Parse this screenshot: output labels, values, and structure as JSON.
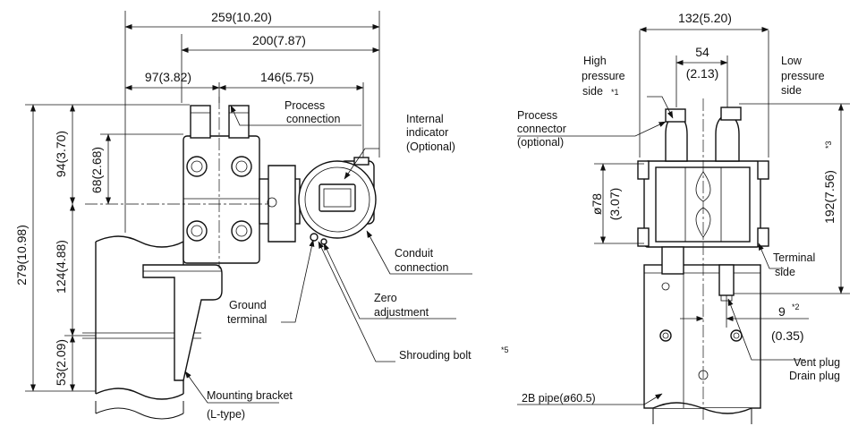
{
  "left_view": {
    "dims": {
      "overall_width": "259(10.20)",
      "width_200": "200(7.87)",
      "width_97": "97(3.82)",
      "width_146": "146(5.75)",
      "height_total": "279(10.98)",
      "height_94": "94(3.70)",
      "height_68": "68(2.68)",
      "height_124": "124(4.88)",
      "height_53": "53(2.09)"
    },
    "labels": {
      "process_connection_1": "Process",
      "process_connection_2": "connection",
      "internal_indicator_1": "Internal",
      "internal_indicator_2": "indicator",
      "internal_indicator_3": "(Optional)",
      "conduit_1": "Conduit",
      "conduit_2": "connection",
      "zero_1": "Zero",
      "zero_2": "adjustment",
      "ground_1": "Ground",
      "ground_2": "terminal",
      "shrouding": "Shrouding bolt",
      "shrouding_note": "*5",
      "bracket_1": "Mounting bracket",
      "bracket_2": "(L-type)"
    }
  },
  "right_view": {
    "dims": {
      "width_132": "132(5.20)",
      "width_54": "54",
      "width_54_in": "(2.13)",
      "height_192": "192(7.56)",
      "height_192_note": "*3",
      "dia_78": "ø78",
      "dia_78_in": "(3.07)",
      "offset_9": "9",
      "offset_9_note": "*2",
      "offset_9_in": "(0.35)"
    },
    "labels": {
      "high_1": "High",
      "high_2": "pressure",
      "high_3": "side",
      "high_note": "*1",
      "low_1": "Low",
      "low_2": "pressure",
      "low_3": "side",
      "proc_conn_1": "Process",
      "proc_conn_2": "connector",
      "proc_conn_3": "(optional)",
      "terminal_1": "Terminal",
      "terminal_2": "side",
      "vent": "Vent plug",
      "drain": "Drain plug",
      "pipe": "2B pipe(ø60.5)"
    }
  }
}
